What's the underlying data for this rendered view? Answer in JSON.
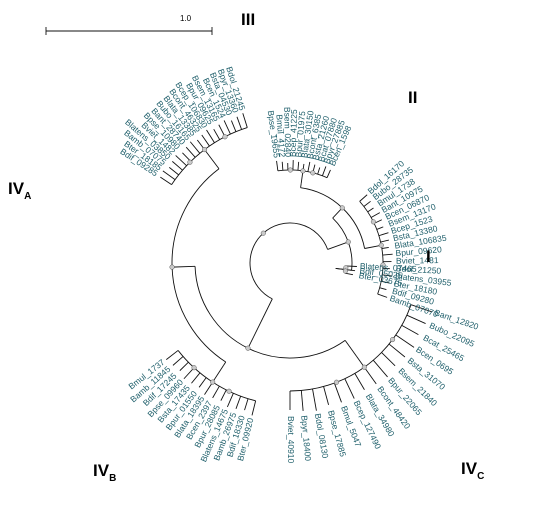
{
  "scale_bar": {
    "label": "1.0"
  },
  "clades": [
    {
      "id": "III",
      "main": "III",
      "sub": ""
    },
    {
      "id": "II",
      "main": "II",
      "sub": ""
    },
    {
      "id": "I",
      "main": "I",
      "sub": ""
    },
    {
      "id": "IVA",
      "main": "IV",
      "sub": "A"
    },
    {
      "id": "IVB",
      "main": "IV",
      "sub": "B"
    },
    {
      "id": "IVC",
      "main": "IV",
      "sub": "C"
    }
  ],
  "groups": [
    {
      "id": "IVA",
      "leaves": [
        "Bdol_21245",
        "Bpyr_13360",
        "Bsta_04530",
        "Bcen_1524",
        "Bsem_13165",
        "Bpur_09625",
        "Bcep_106830",
        "Bcont_46325",
        "Blata_13385",
        "Bubo_16165",
        "Bant_28740",
        "Bpse_10980",
        "Bviet_1482",
        "Blatens_03850",
        "Bamb_07075",
        "Bter_18185",
        "Bdif_09285"
      ]
    },
    {
      "id": "III",
      "leaves": [
        "Bpse_19655",
        "Bmul_4172",
        "Bsem_02840",
        "Bcep_41225",
        "Bpur_01975",
        "Blata_30150",
        "Bcont_6385",
        "Bsta_21260",
        "Bcat_07880",
        "Bpyr_27885",
        "Bcen_1598"
      ]
    },
    {
      "id": "II",
      "leaves": [
        "Bdol_16170",
        "Bubo_28735",
        "Bmul_1738",
        "Bant_10975",
        "Bcen_06870",
        "Bsem_13170",
        "Bcep_1523",
        "Bsta_13380",
        "Blata_106835",
        "Bpur_09620",
        "Bviet_1481",
        "Bdol_21250",
        "Blatens_03955",
        "Bter_18180",
        "Bdif_09280",
        "Bamb_07070"
      ]
    },
    {
      "id": "I",
      "leaves": [
        "Blatens_07465",
        "Bdif_05025",
        "Bter_03675"
      ]
    },
    {
      "id": "IVC",
      "leaves": [
        "Bant_12820",
        "Bubo_22095",
        "Bcat_25465",
        "Bcen_0695",
        "Bsta_31070",
        "Bsem_21840",
        "Bpur_22065",
        "Bcont_48420",
        "Blata_34980",
        "Bcep_127490",
        "Bmul_5047",
        "Bpse_17885",
        "Bdol_08130",
        "Bpyr_18400",
        "Bviet_40910"
      ]
    },
    {
      "id": "IVB",
      "leaves": [
        "Bmul_1737",
        "Bamb_11845",
        "Bdif_17245",
        "Bpse_09960",
        "Bsta_17435",
        "Bpur_01550",
        "Blata_18395",
        "Bcen_2397",
        "Bpur_28085",
        "Blatens_14675",
        "Bamb_26975",
        "Bdif_18330",
        "Bter_09920"
      ]
    }
  ]
}
